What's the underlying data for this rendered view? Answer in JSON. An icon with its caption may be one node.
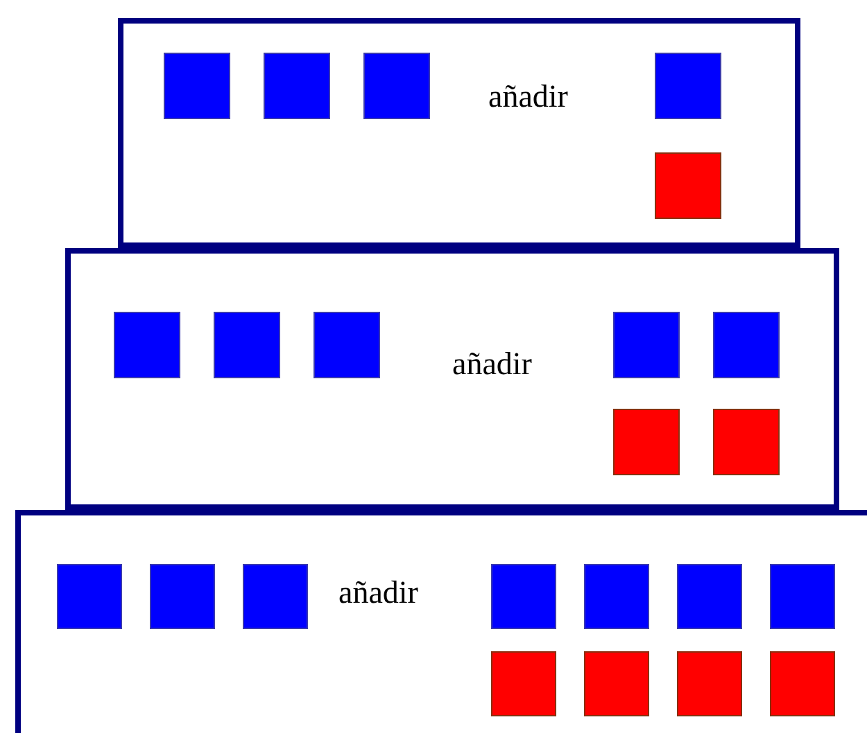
{
  "diagram": {
    "nodes": [
      {
        "text": [
          "añadir"
        ]
      },
      {
        "text": [],
        "shape": "box",
        "in": 0
      },
      {
        "text": [],
        "shape": "box",
        "in": 0
      },
      {
        "text": [],
        "shape": "box",
        "in": 0
      },
      {
        "text": [],
        "shape": "box",
        "in": 0
      },
      {
        "text": [],
        "shape": "box",
        "in": 0
      },
      {
        "text": [
          "añadir"
        ]
      },
      {
        "text": [],
        "shape": "box",
        "in": 6
      },
      {
        "text": [],
        "shape": "box",
        "in": 6
      },
      {
        "text": [],
        "shape": "box",
        "in": 6
      },
      {
        "text": [],
        "shape": "box",
        "in": 6
      },
      {
        "text": [],
        "shape": "box",
        "in": 6
      },
      {
        "text": [],
        "shape": "box",
        "in": 6
      },
      {
        "text": [],
        "shape": "box",
        "in": 6
      },
      {
        "text": [
          "añadir"
        ]
      },
      {
        "text": [],
        "shape": "box",
        "in": 14
      },
      {
        "text": [],
        "shape": "box",
        "in": 14
      },
      {
        "text": [],
        "shape": "box",
        "in": 14
      },
      {
        "text": [],
        "shape": "box",
        "in": 14
      },
      {
        "text": [],
        "shape": "box",
        "in": 14
      },
      {
        "text": [],
        "shape": "box",
        "in": 14
      },
      {
        "text": [],
        "shape": "box",
        "in": 14
      },
      {
        "text": [],
        "shape": "box",
        "in": 14
      },
      {
        "text": [],
        "shape": "box",
        "in": 14
      },
      {
        "text": [],
        "shape": "box",
        "in": 14
      },
      {
        "text": [],
        "shape": "box",
        "in": 14
      }
    ]
  }
}
